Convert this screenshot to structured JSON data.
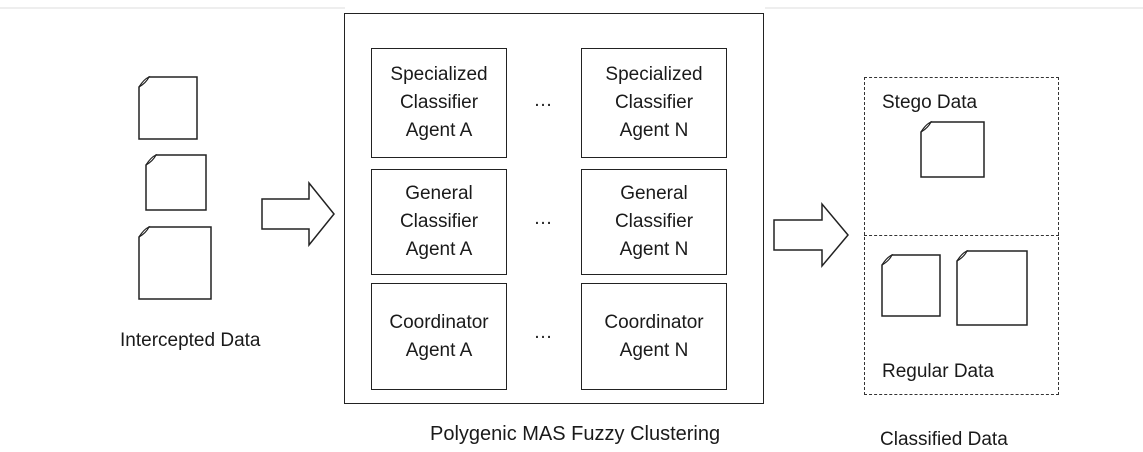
{
  "input": {
    "label": "Intercepted Data"
  },
  "mas": {
    "caption": "Polygenic MAS Fuzzy Clustering",
    "ellipsis": "…",
    "rows": [
      {
        "left": [
          "Specialized",
          "Classifier",
          "Agent A"
        ],
        "right": [
          "Specialized",
          "Classifier",
          "Agent N"
        ]
      },
      {
        "left": [
          "General",
          "Classifier",
          "Agent A"
        ],
        "right": [
          "General",
          "Classifier",
          "Agent N"
        ]
      },
      {
        "left": [
          "Coordinator",
          "Agent A"
        ],
        "right": [
          "Coordinator",
          "Agent N"
        ]
      }
    ]
  },
  "output": {
    "caption": "Classified Data",
    "stego_label": "Stego Data",
    "regular_label": "Regular Data"
  },
  "icons": [
    "document-icon",
    "arrow-right-icon"
  ]
}
